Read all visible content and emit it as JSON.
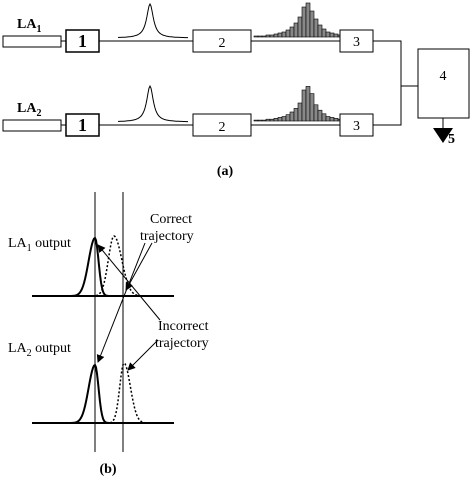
{
  "part_a": {
    "caption": "(a)",
    "la1": {
      "base": "LA",
      "sub": "1"
    },
    "la2": {
      "base": "LA",
      "sub": "2"
    },
    "block1_top": "1",
    "block1_bottom": "1",
    "block2_top": "2",
    "block2_bottom": "2",
    "block3_top": "3",
    "block3_bottom": "3",
    "block4": "4",
    "output": "5"
  },
  "part_b": {
    "caption": "(b)",
    "la1_output": {
      "base": "LA",
      "sub": "1",
      "rest": " output"
    },
    "la2_output": {
      "base": "LA",
      "sub": "2",
      "rest": " output"
    },
    "correct_line1": "Correct",
    "correct_line2": "trajectory",
    "incorrect_line1": "Incorrect",
    "incorrect_line2": "trajectory"
  }
}
